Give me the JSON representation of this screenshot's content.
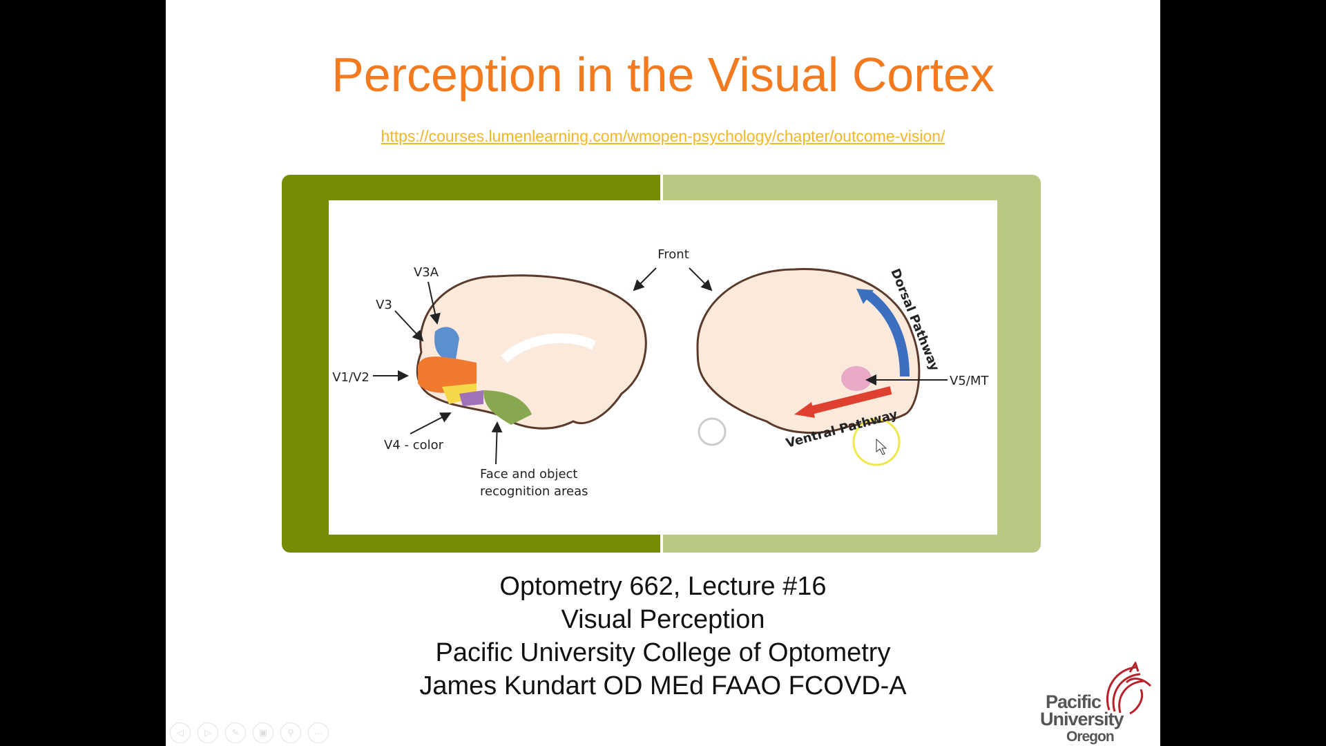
{
  "slide": {
    "title": "Perception in the Visual Cortex",
    "link": "https://courses.lumenlearning.com/wmopen-psychology/chapter/outcome-vision/",
    "diagram_labels": {
      "front": "Front",
      "v3a": "V3A",
      "v3": "V3",
      "v1v2": "V1/V2",
      "v4": "V4 - color",
      "face_line1": "Face and object",
      "face_line2": "recognition areas",
      "dorsal": "Dorsal Pathway",
      "v5": "V5/MT",
      "ventral": "Ventral Pathway"
    },
    "subtitle_lines": [
      "Optometry 662, Lecture #16",
      "Visual Perception",
      "Pacific University College of Optometry",
      "James Kundart OD MEd FAAO FCOVD-A"
    ],
    "logo": {
      "line1": "Pacific",
      "line2": "University",
      "line3": "Oregon"
    }
  },
  "toolbar": {
    "icons": [
      "previous-icon",
      "next-icon",
      "pen-icon",
      "slides-icon",
      "zoom-icon",
      "more-icon"
    ],
    "glyphs": [
      "◁",
      "▷",
      "✎",
      "▣",
      "⚲",
      "···"
    ]
  },
  "colors": {
    "title": "#f47a20",
    "link": "#f2b824",
    "frame_dark": "#758c05",
    "frame_light": "#b9c882"
  }
}
